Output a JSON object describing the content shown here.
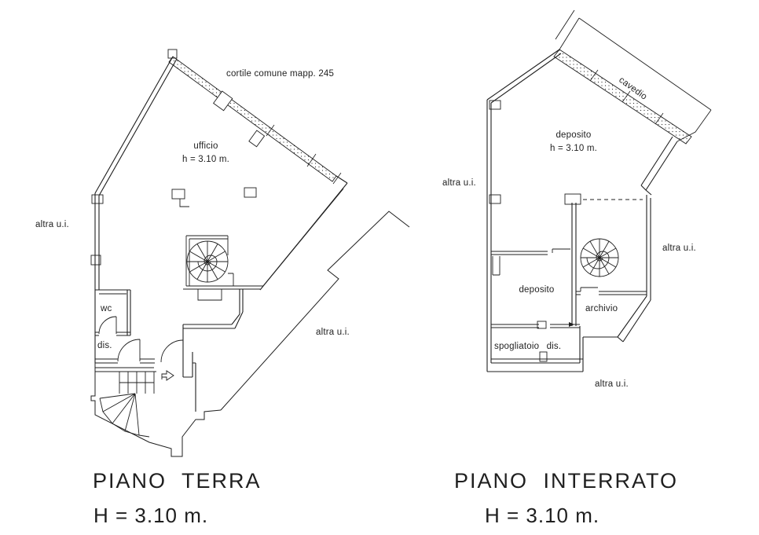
{
  "drawing": {
    "ink_color": "#1f1f1f",
    "paper_color": "#ffffff"
  },
  "piano_terra": {
    "caption_title": "PIANO TERRA",
    "caption_height": "H = 3.10 m.",
    "courtyard_label": "cortile comune mapp. 245",
    "room_ufficio_label": "ufficio",
    "room_ufficio_height": "h = 3.10 m.",
    "room_wc_label": "wc",
    "room_dis_label": "dis.",
    "neighbor_left_label": "altra u.i.",
    "neighbor_right_label": "altra u.i."
  },
  "piano_interrato": {
    "caption_title": "PIANO INTERRATO",
    "caption_height": "H = 3.10 m.",
    "shaft_cavedio_label": "cavedio",
    "room_deposito_upper_label": "deposito",
    "room_deposito_upper_height": "h = 3.10 m.",
    "room_deposito_lower_label": "deposito",
    "room_archivio_label": "archivio",
    "room_spogliatoio_label": "spogliatoio dis.",
    "neighbor_left_label": "altra u.i.",
    "neighbor_right_label": "altra u.i.",
    "neighbor_bottom_label": "altra u.i."
  }
}
